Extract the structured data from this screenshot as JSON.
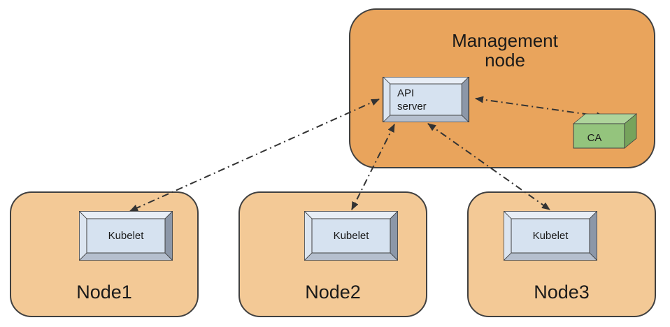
{
  "management_node": {
    "label_lines": [
      "Management",
      "node"
    ],
    "api_server": {
      "label_lines": [
        "API",
        "server"
      ]
    },
    "ca": {
      "label": "CA"
    }
  },
  "nodes": [
    {
      "label": "Node1",
      "component_label": "Kubelet"
    },
    {
      "label": "Node2",
      "component_label": "Kubelet"
    },
    {
      "label": "Node3",
      "component_label": "Kubelet"
    }
  ],
  "connections": [
    {
      "from": "Node1 Kubelet",
      "to": "API server",
      "style": "dash-dot",
      "bidirectional": true
    },
    {
      "from": "Node2 Kubelet",
      "to": "API server",
      "style": "dash-dot",
      "bidirectional": true
    },
    {
      "from": "Node3 Kubelet",
      "to": "API server",
      "style": "dash-dot",
      "bidirectional": true
    },
    {
      "from": "API server",
      "to": "CA",
      "style": "dash-dot",
      "bidirectional": true
    }
  ],
  "colors": {
    "background": "#ffffff",
    "management_fill": "#E9A45C",
    "node_fill": "#F3C996",
    "outline": "#404040",
    "box_face": "#D6E2F0",
    "box_bevel_light": "#E8EEF6",
    "box_bevel_left": "#DCE5F0",
    "box_bevel_dark": "#8C97A8",
    "box_bevel_mid": "#B5BFCE",
    "ca_front": "#94C47D",
    "ca_top": "#AED49B",
    "ca_side": "#76A35C",
    "arrow": "#333333",
    "text": "#1a1a1a"
  }
}
